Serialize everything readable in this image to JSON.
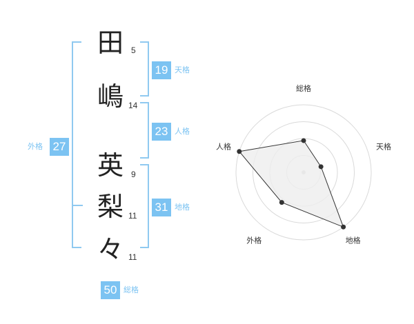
{
  "name": {
    "characters": [
      {
        "char": "田",
        "strokes": "5"
      },
      {
        "char": "嶋",
        "strokes": "14"
      },
      {
        "char": "英",
        "strokes": "9"
      },
      {
        "char": "梨",
        "strokes": "11"
      },
      {
        "char": "々",
        "strokes": "11"
      }
    ]
  },
  "kakusu": {
    "tenkaku": {
      "value": "19",
      "label": "天格"
    },
    "jinkaku": {
      "value": "23",
      "label": "人格"
    },
    "chikaku": {
      "value": "31",
      "label": "地格"
    },
    "gaikaku": {
      "value": "27",
      "label": "外格"
    },
    "soukaku": {
      "value": "50",
      "label": "総格"
    }
  },
  "colors": {
    "accent": "#7cc3f2",
    "bracket": "#8fc9f0",
    "radar_fill": "#eeeeee",
    "radar_grid": "#d9d9d9",
    "radar_line": "#333333"
  },
  "chart_data": {
    "type": "radar",
    "axes": [
      "総格",
      "天格",
      "地格",
      "外格",
      "人格"
    ],
    "values": [
      0.47,
      0.27,
      1.0,
      0.55,
      1.0
    ],
    "range": [
      0,
      1
    ],
    "rings": 4
  }
}
